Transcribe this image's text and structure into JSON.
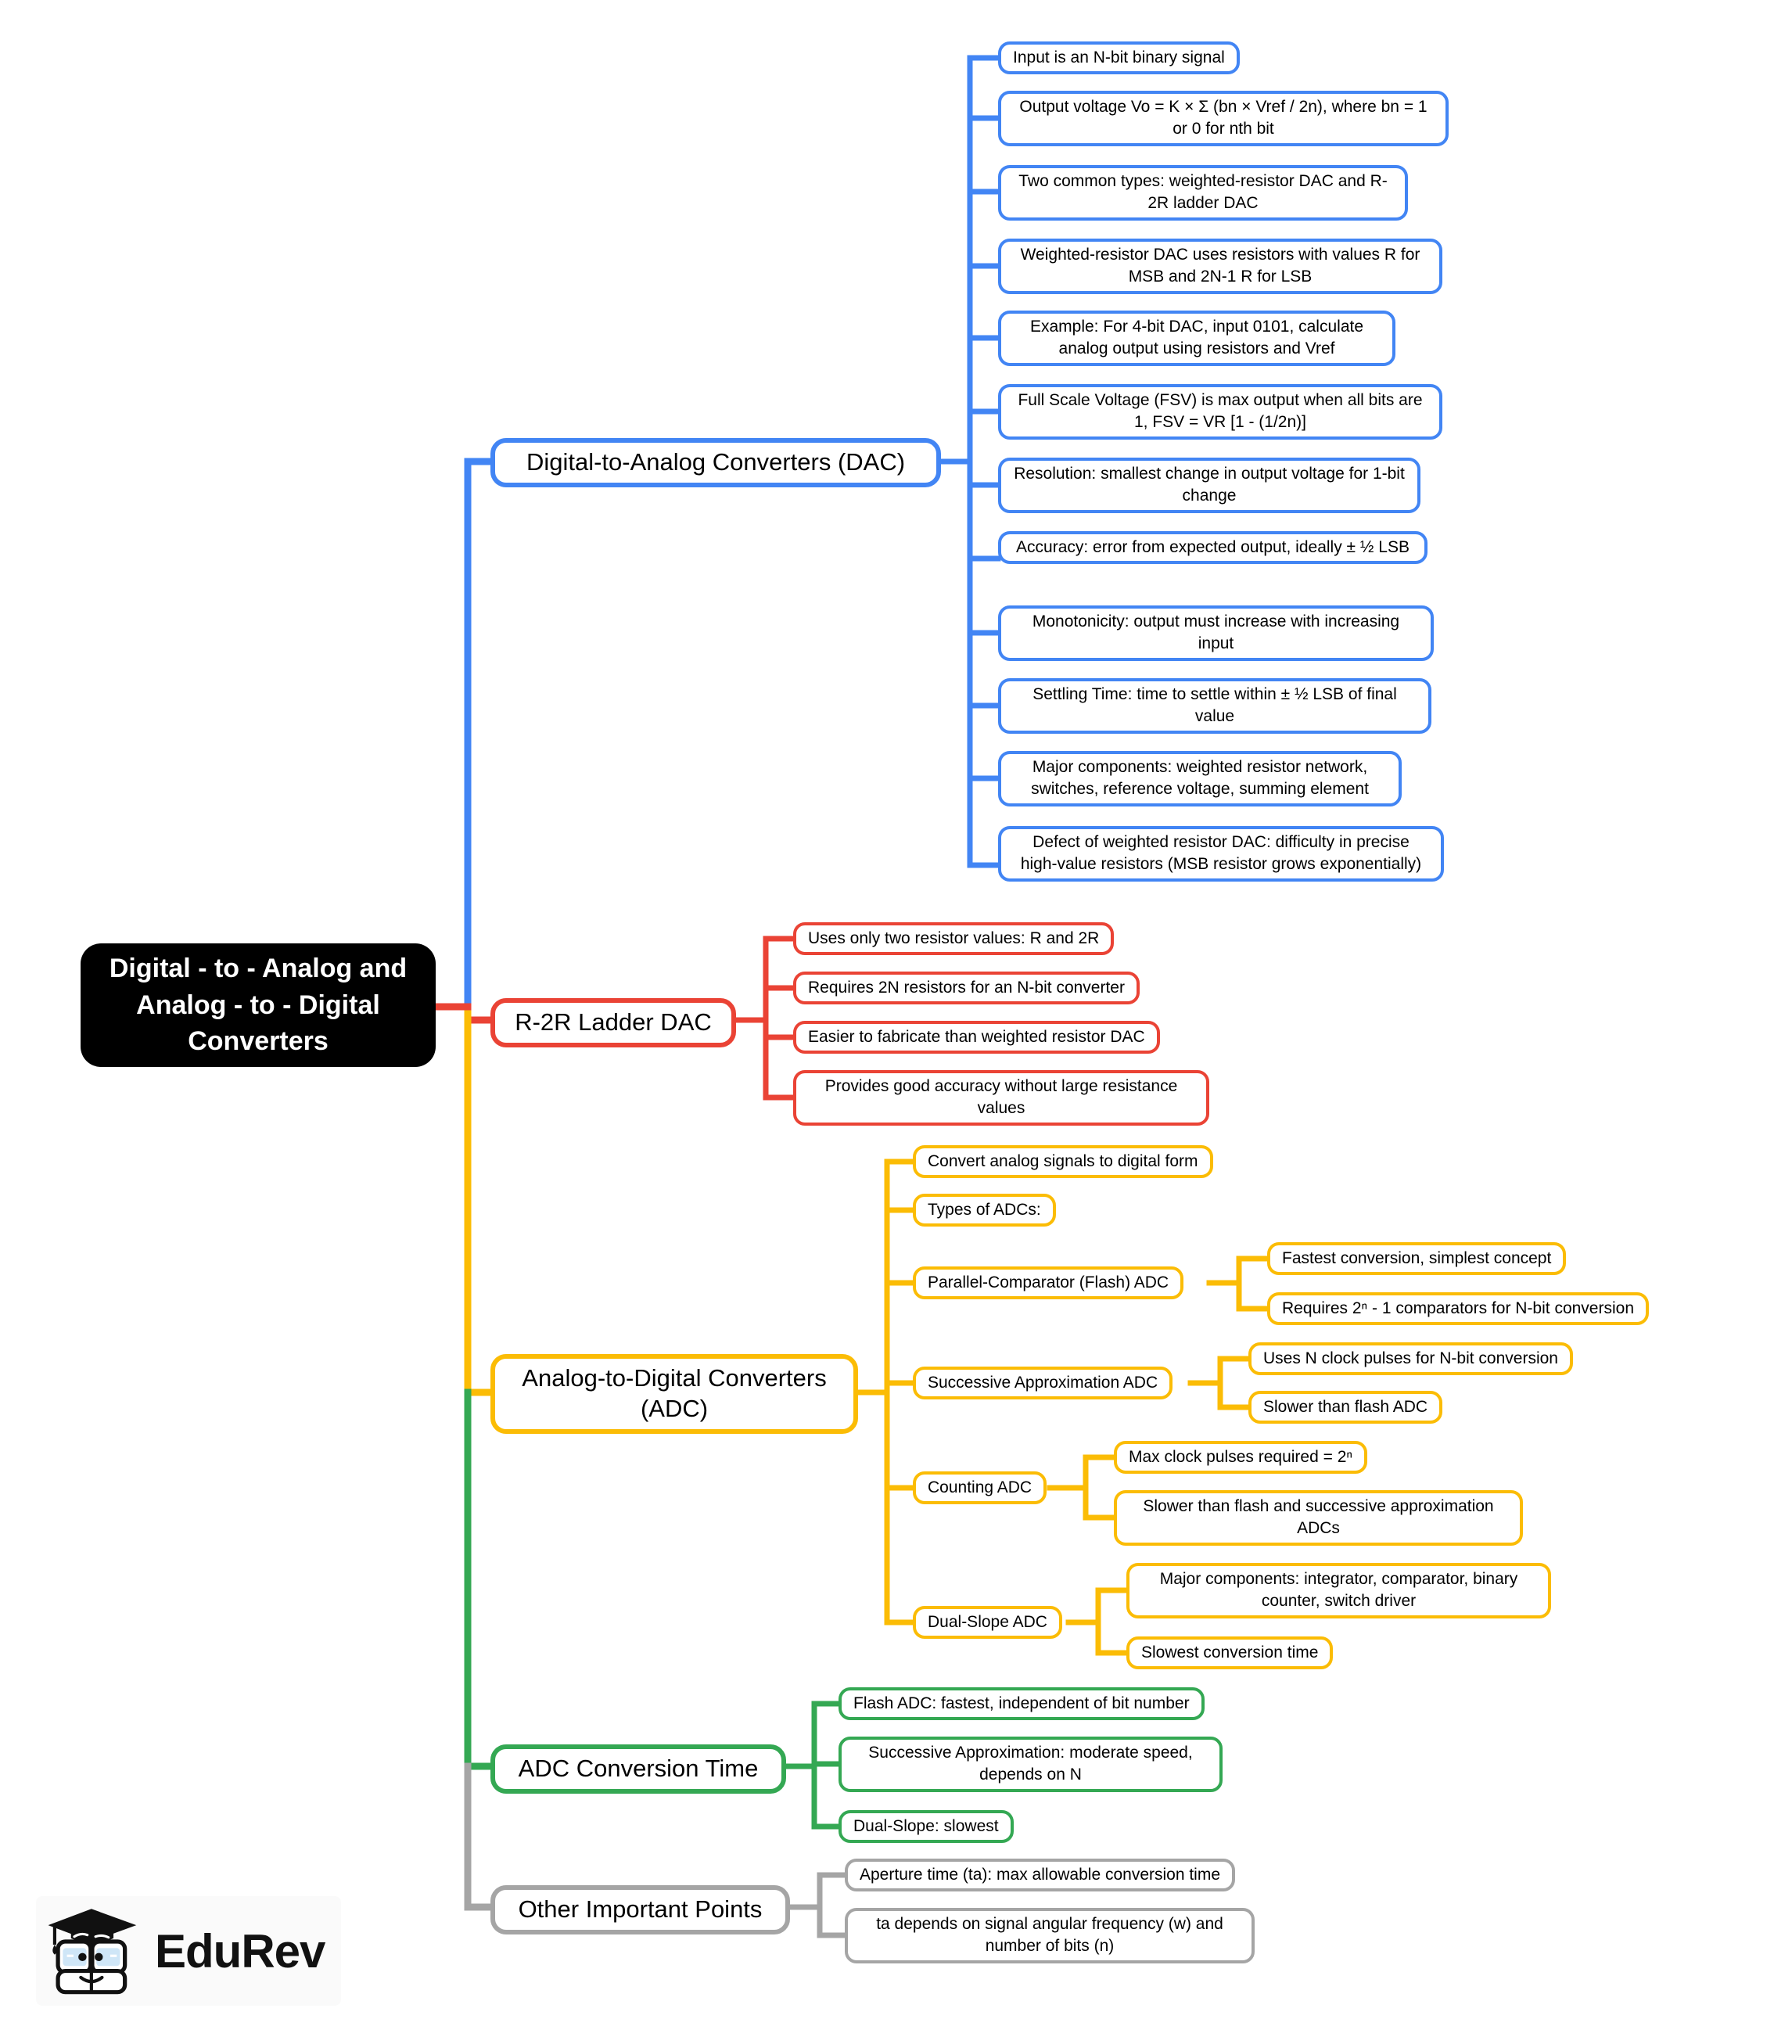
{
  "colors": {
    "blue": "#4285F4",
    "red": "#EA4335",
    "yellow": "#FBBC05",
    "green": "#34A853",
    "gray": "#A5A5A5",
    "root_bg": "#000000",
    "root_text": "#FFFFFF"
  },
  "root": {
    "label": "Digital - to - Analog and Analog - to - Digital Converters"
  },
  "branches": {
    "dac": {
      "label": "Digital-to-Analog Converters (DAC)",
      "children": [
        "Input is an N-bit binary signal",
        "Output voltage Vo = K × Σ (bn × Vref / 2n), where bn = 1 or 0 for nth bit",
        "Two common types: weighted-resistor DAC and R-2R ladder DAC",
        "Weighted-resistor DAC uses resistors with values R for MSB and 2N-1 R for LSB",
        "Example: For 4-bit DAC, input 0101, calculate analog output using resistors and Vref",
        "Full Scale Voltage (FSV) is max output when all bits are 1, FSV = VR [1 - (1/2n)]",
        "Resolution: smallest change in output voltage for 1-bit change",
        "Accuracy: error from expected output, ideally ± ½ LSB",
        "Monotonicity: output must increase with increasing input",
        "Settling Time: time to settle within ± ½ LSB of final value",
        "Major components: weighted resistor network, switches, reference voltage, summing element",
        "Defect of weighted resistor DAC: difficulty in precise high-value resistors (MSB resistor grows exponentially)"
      ]
    },
    "r2r": {
      "label": "R-2R Ladder DAC",
      "children": [
        "Uses only two resistor values: R and 2R",
        "Requires 2N resistors for an N-bit converter",
        "Easier to fabricate than weighted resistor DAC",
        "Provides good accuracy without large resistance values"
      ]
    },
    "adc": {
      "label": "Analog-to-Digital Converters (ADC)",
      "children": [
        {
          "label": "Convert analog signals to digital form"
        },
        {
          "label": "Types of ADCs:"
        },
        {
          "label": "Parallel-Comparator (Flash) ADC",
          "children": [
            "Fastest conversion, simplest concept",
            "Requires 2ⁿ - 1 comparators for N-bit conversion"
          ]
        },
        {
          "label": "Successive Approximation ADC",
          "children": [
            "Uses N clock pulses for N-bit conversion",
            "Slower than flash ADC"
          ]
        },
        {
          "label": "Counting ADC",
          "children": [
            "Max clock pulses required = 2ⁿ",
            "Slower than flash and successive approximation ADCs"
          ]
        },
        {
          "label": "Dual-Slope ADC",
          "children": [
            "Major components: integrator, comparator, binary counter, switch driver",
            "Slowest conversion time"
          ]
        }
      ]
    },
    "conversion_time": {
      "label": "ADC Conversion Time",
      "children": [
        "Flash ADC: fastest, independent of bit number",
        "Successive Approximation: moderate speed, depends on N",
        "Dual-Slope: slowest"
      ]
    },
    "other": {
      "label": "Other Important Points",
      "children": [
        "Aperture time (ta): max allowable conversion time",
        "ta depends on signal angular frequency (w) and number of bits (n)"
      ]
    }
  },
  "logo": {
    "brand": "EduRev"
  }
}
